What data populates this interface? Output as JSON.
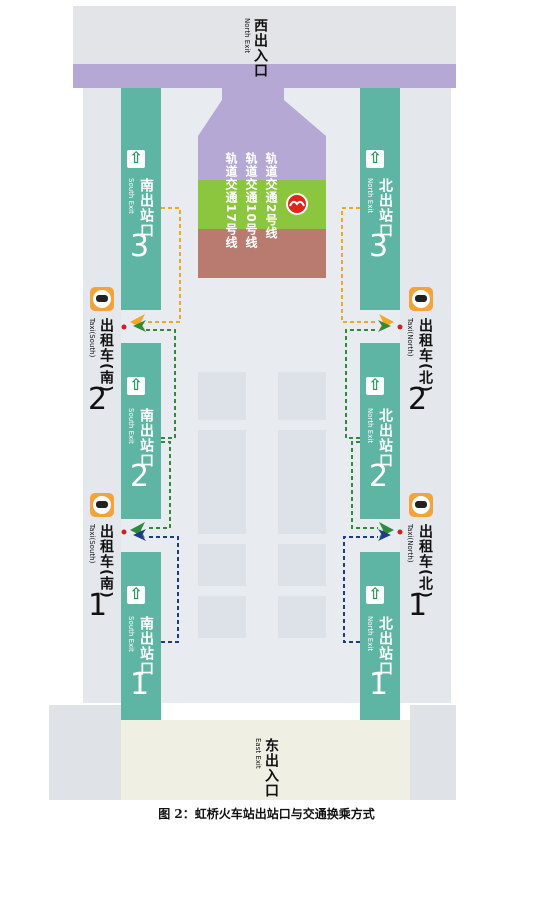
{
  "colors": {
    "background": "#e8ecf1",
    "teal": "#5fb5a4",
    "purple": "#b5a8d4",
    "line2": "#8cc63f",
    "line10": "#c9a0d8",
    "line17": "#b97a6f",
    "east_exit": "#efefe4",
    "taxi_badge": "#f2a33a",
    "path_orange": "#f5a623",
    "path_green": "#2e8b3a",
    "path_blue": "#1e3a8a"
  },
  "west_exit": {
    "cn": "西出入口",
    "en": "North Exit"
  },
  "east_exit": {
    "cn": "东出入口",
    "en": "East Exit"
  },
  "metro": {
    "icon": "shanghai-metro-logo-icon",
    "lines": [
      "轨道交通2号线",
      "轨道交通10号线",
      "轨道交通17号线"
    ]
  },
  "south_exits": [
    {
      "cn": "南出站口",
      "en": "South Exit",
      "num": "3"
    },
    {
      "cn": "南出站口",
      "en": "South Exit",
      "num": "2"
    },
    {
      "cn": "南出站口",
      "en": "South Exit",
      "num": "1"
    }
  ],
  "north_exits": [
    {
      "cn": "北出站口",
      "en": "North Exit",
      "num": "3"
    },
    {
      "cn": "北出站口",
      "en": "North Exit",
      "num": "2"
    },
    {
      "cn": "北出站口",
      "en": "North Exit",
      "num": "1"
    }
  ],
  "taxi_south": [
    {
      "cn": "出租车(南)",
      "en": "Taxi(South)",
      "num": "2"
    },
    {
      "cn": "出租车(南)",
      "en": "Taxi(South)",
      "num": "1"
    }
  ],
  "taxi_north": [
    {
      "cn": "出租车(北)",
      "en": "Taxi(North)",
      "num": "2"
    },
    {
      "cn": "出租车(北)",
      "en": "Taxi(North)",
      "num": "1"
    }
  ],
  "caption": "图 2：虹桥火车站出站口与交通换乘方式"
}
